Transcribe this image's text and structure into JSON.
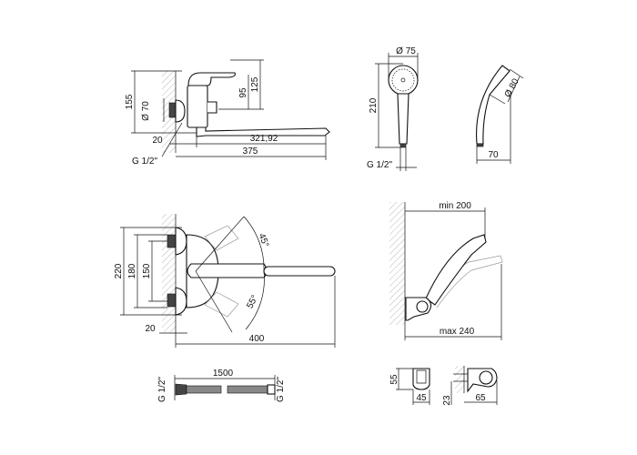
{
  "drawing": {
    "faucet_side": {
      "height_total": "155",
      "height_spout_lever": "125",
      "height_body": "95",
      "flange_diameter": "Ø 70",
      "wall_offset": "20",
      "spout_reach": "321,92",
      "total_length": "375",
      "thread": "G 1/2\""
    },
    "hand_shower_front": {
      "head_diameter": "Ø 75",
      "length": "210",
      "thread": "G 1/2\""
    },
    "hand_shower_side": {
      "head_diameter": "Ø 80",
      "depth": "70"
    },
    "faucet_top": {
      "flange_span": "220",
      "flange_inner": "180",
      "connection_centers": "150",
      "wall_offset": "20",
      "length": "400",
      "swivel_angle_up": "45°",
      "swivel_angle_down": "55°"
    },
    "shower_holder_range": {
      "min_reach": "min 200",
      "max_reach": "max 240"
    },
    "hose": {
      "length": "1500",
      "thread_left": "G 1/2\"",
      "thread_right": "G 1/2\""
    },
    "holder": {
      "height": "55",
      "width": "45",
      "mount_height": "23",
      "depth": "65"
    }
  }
}
